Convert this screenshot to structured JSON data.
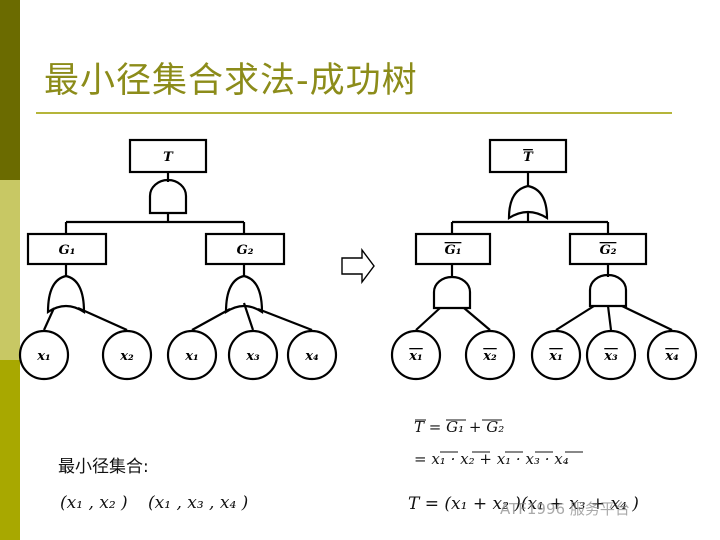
{
  "slide": {
    "title": "最小径集合求法-成功树",
    "minimal_path_label": "最小径集合:",
    "path_set_1": "(x₁ , x₂ )",
    "path_set_2": "(x₁ , x₃ , x₄ )"
  },
  "left_tree": {
    "top_event": "T",
    "gate_1": "G₁",
    "gate_2": "G₂",
    "events": [
      "x₁",
      "x₂",
      "x₁",
      "x₃",
      "x₄"
    ]
  },
  "right_tree": {
    "top_event": "T",
    "gate_1": "G₁",
    "gate_2": "G₂",
    "events": [
      "x₁",
      "x₂",
      "x₁",
      "x₃",
      "x₄"
    ]
  },
  "equations": {
    "line1": "T = G₁ + G₂",
    "line2": "= x₁ · x₂ + x₁ · x₃ · x₄",
    "line3": "T = (x₁ + x₂ )(x₁ + x₃ + x₄ )"
  },
  "watermark": "ATF1996 服务平台",
  "colors": {
    "bar_dark": "#6b6b00",
    "bar_light": "#c8c864",
    "bar_olive": "#a8a800",
    "title": "#8c8c1a"
  }
}
